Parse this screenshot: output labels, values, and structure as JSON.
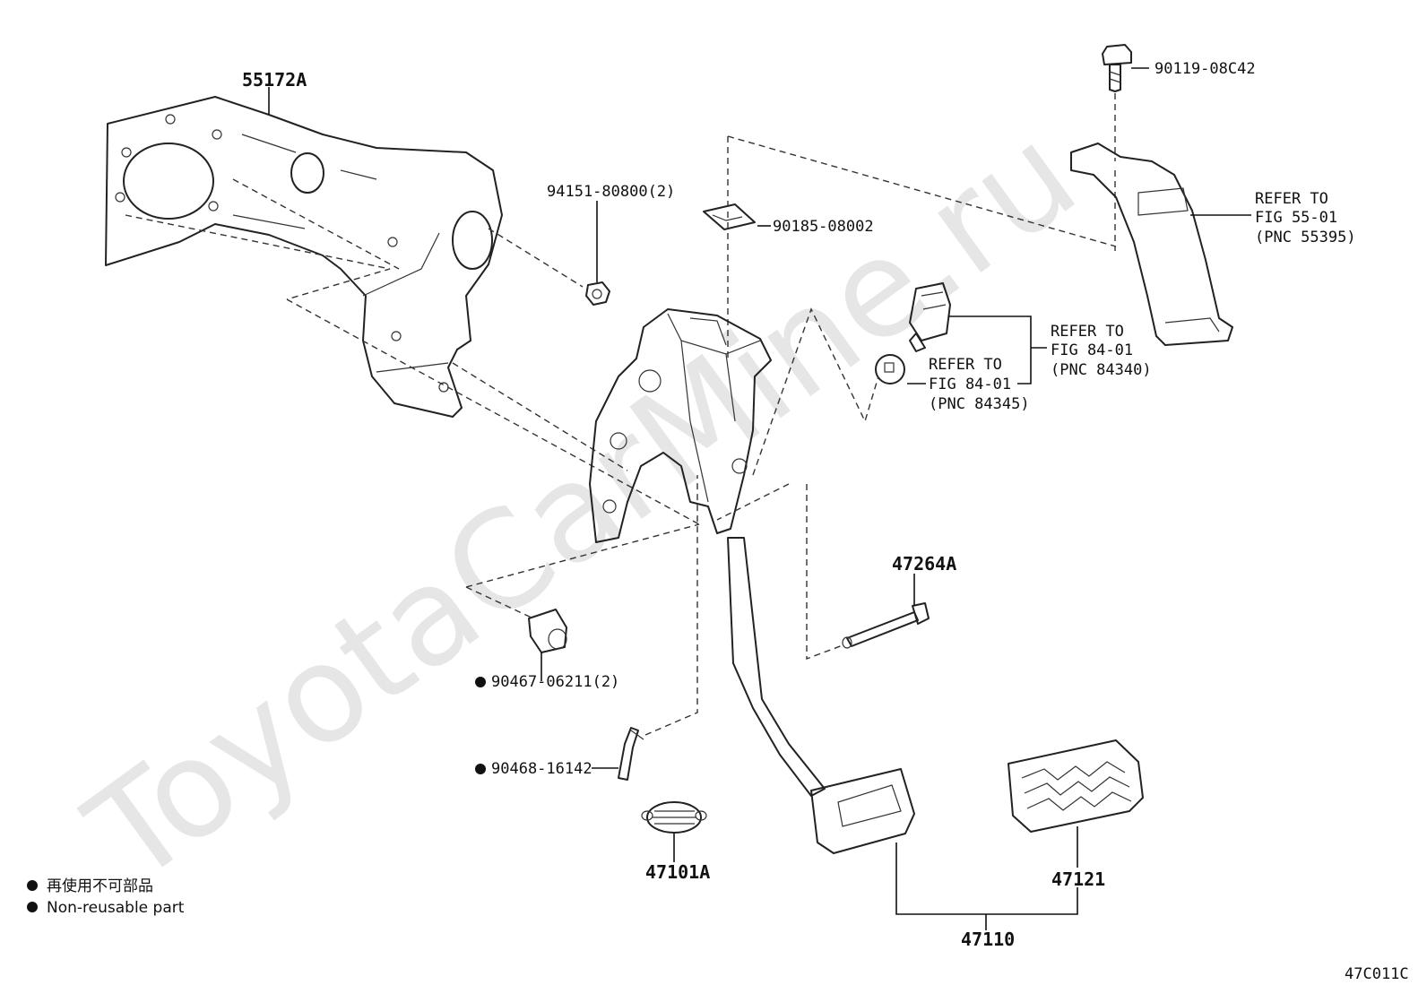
{
  "watermark": "ToyotaCarMine.ru",
  "figure_code": "47C011C",
  "parts": {
    "p55172A": "55172A",
    "p94151": "94151-80800(2)",
    "p90185": "90185-08002",
    "p90119": "90119-08C42",
    "p47264A": "47264A",
    "p90467": "90467-06211(2)",
    "p90468": "90468-16142",
    "p47101A": "47101A",
    "p47121": "47121",
    "p47110": "47110"
  },
  "refers": {
    "r55395": [
      "REFER TO",
      "FIG 55-01",
      "(PNC 55395)"
    ],
    "r84340": [
      "REFER TO",
      "FIG 84-01",
      "(PNC 84340)"
    ],
    "r84345": [
      "REFER TO",
      "FIG 84-01",
      "(PNC 84345)"
    ]
  },
  "legend": {
    "jp": "再使用不可部品",
    "en": "Non-reusable part"
  },
  "colors": {
    "line": "#222222",
    "watermark": "#e6e6e6",
    "background": "#ffffff"
  }
}
